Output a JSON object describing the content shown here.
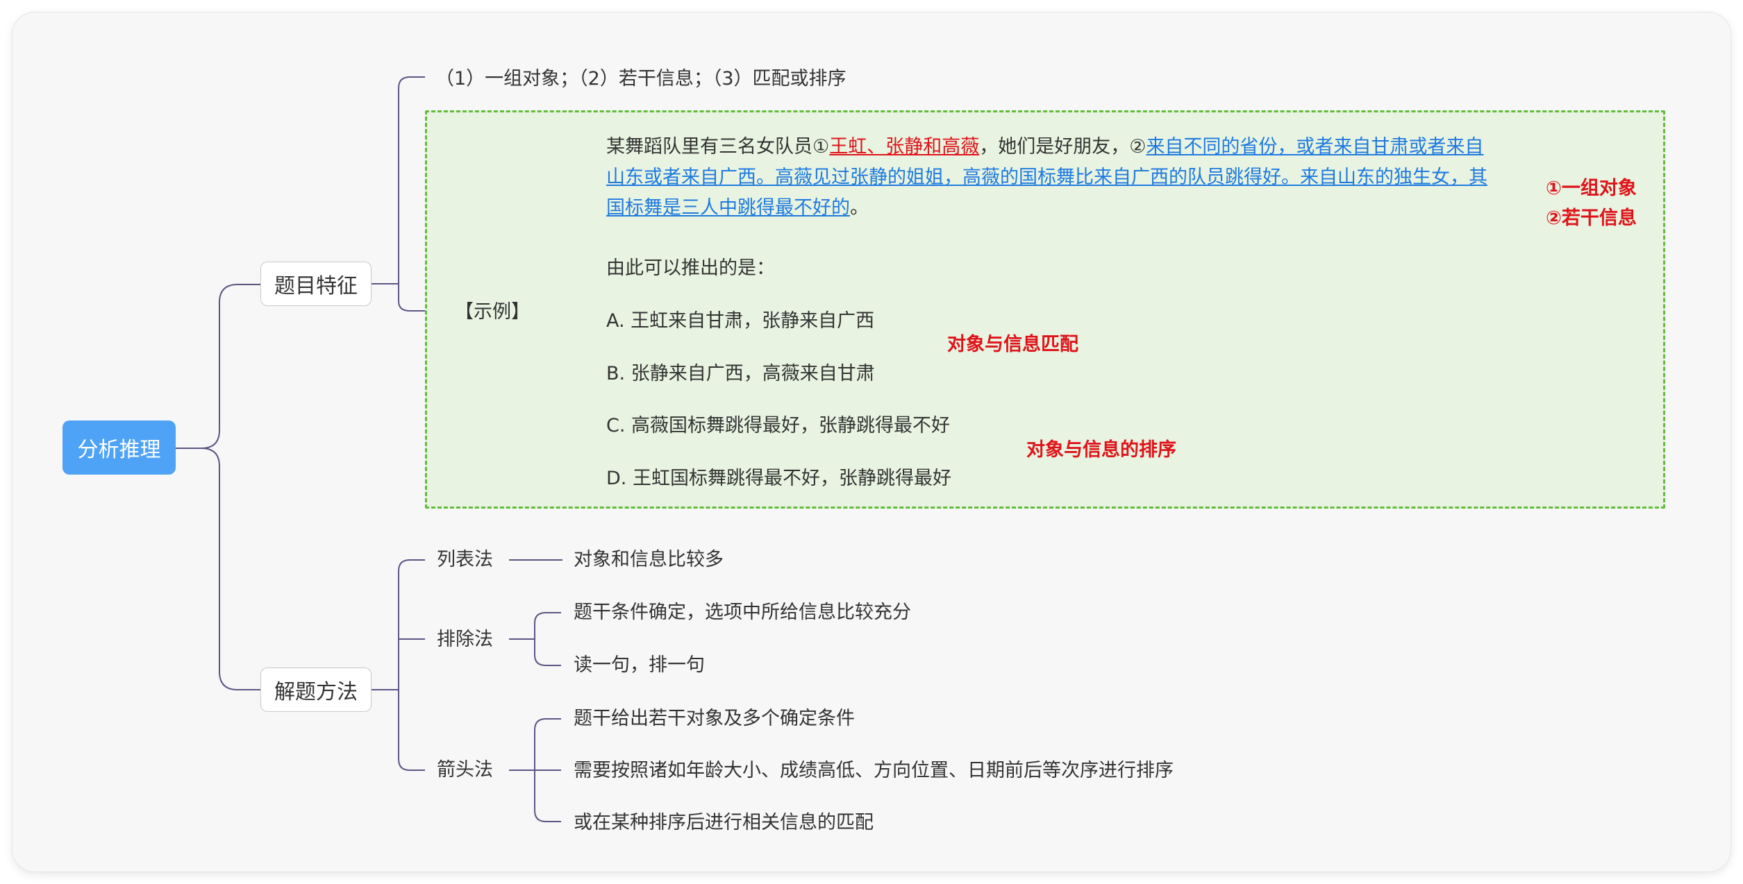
{
  "root": {
    "label": "分析推理"
  },
  "features": {
    "label": "题目特征",
    "summary": "（1）一组对象；（2）若干信息；（3）匹配或排序",
    "example": {
      "label": "【示例】",
      "para_lead": "某舞蹈队里有三名女队员①",
      "para_objects": "王虹、张静和高薇",
      "para_mid": "，她们是好朋友，②",
      "para_info": "来自不同的省份，或者来自甘肃或者来自山东或者来自广西。高薇见过张静的姐姐，高薇的国标舞比来自广西的队员跳得好。来自山东的独生女，其国标舞是三人中跳得最不好的",
      "para_end": "。",
      "question": "由此可以推出的是：",
      "note_objects": "①一组对象",
      "note_info": "②若干信息",
      "options": [
        "A. 王虹来自甘肃，张静来自广西",
        "B. 张静来自广西，高薇来自甘肃",
        "C. 高薇国标舞跳得最好，张静跳得最不好",
        "D. 王虹国标舞跳得最不好，张静跳得最好"
      ],
      "note_match": "对象与信息匹配",
      "note_order": "对象与信息的排序"
    }
  },
  "methods": {
    "label": "解题方法",
    "list_method": {
      "label": "列表法",
      "items": [
        "对象和信息比较多"
      ]
    },
    "exclude_method": {
      "label": "排除法",
      "items": [
        "题干条件确定，选项中所给信息比较充分",
        "读一句，排一句"
      ]
    },
    "arrow_method": {
      "label": "箭头法",
      "items": [
        "题干给出若干对象及多个确定条件",
        "需要按照诸如年龄大小、成绩高低、方向位置、日期前后等次序进行排序",
        "或在某种排序后进行相关信息的匹配"
      ]
    }
  },
  "colors": {
    "root_fill": "#4fa3f7",
    "connector": "#5b5583",
    "example_box_fill": "#e8f4e1",
    "example_box_border": "#62bb3d",
    "note_red": "#e0131a",
    "bracket_blue": "#1f7ae0",
    "link_blue": "#1f7ae0"
  }
}
